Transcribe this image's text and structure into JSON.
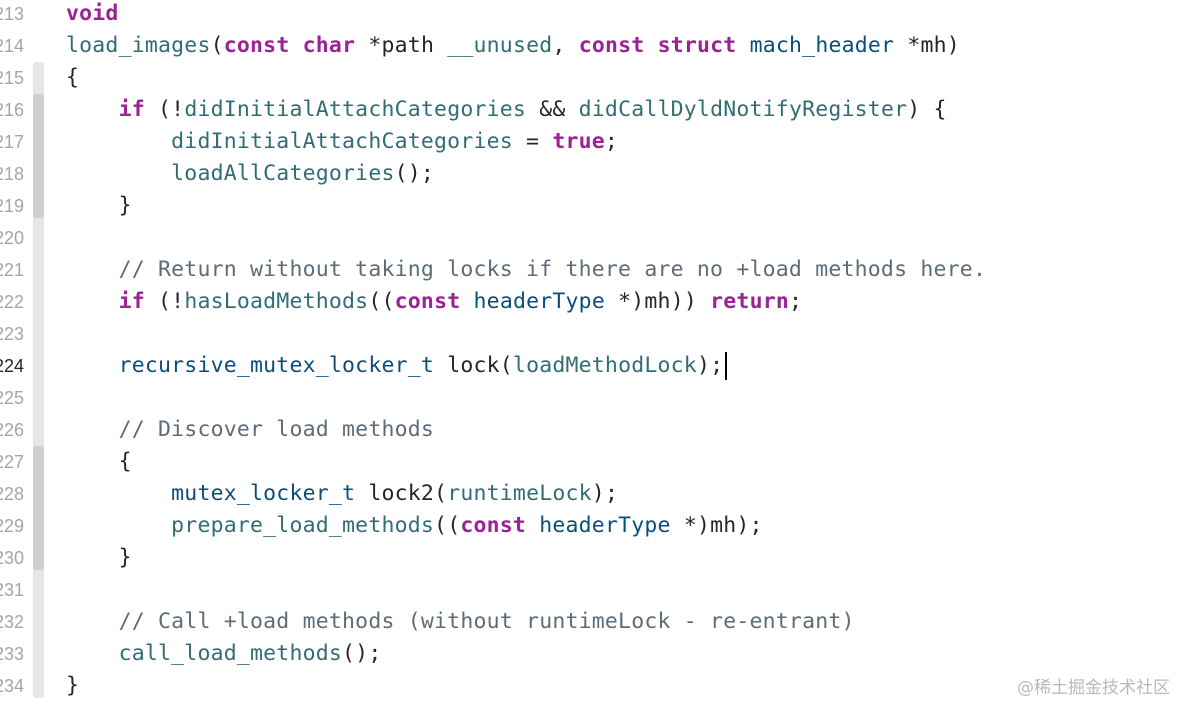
{
  "editor": {
    "current_line": "224",
    "lines": [
      {
        "num": "213",
        "tokens": [
          {
            "t": "kw",
            "v": "void"
          }
        ]
      },
      {
        "num": "214",
        "tokens": [
          {
            "t": "fn",
            "v": "load_images"
          },
          {
            "t": "pl",
            "v": "("
          },
          {
            "t": "kw",
            "v": "const"
          },
          {
            "t": "pl",
            "v": " "
          },
          {
            "t": "kw",
            "v": "char"
          },
          {
            "t": "pl",
            "v": " *path "
          },
          {
            "t": "fn",
            "v": "__unused"
          },
          {
            "t": "pl",
            "v": ", "
          },
          {
            "t": "kw",
            "v": "const"
          },
          {
            "t": "pl",
            "v": " "
          },
          {
            "t": "kw",
            "v": "struct"
          },
          {
            "t": "pl",
            "v": " "
          },
          {
            "t": "ty",
            "v": "mach_header"
          },
          {
            "t": "pl",
            "v": " *mh)"
          }
        ]
      },
      {
        "num": "215",
        "tokens": [
          {
            "t": "pl",
            "v": "{"
          }
        ]
      },
      {
        "num": "216",
        "tokens": [
          {
            "t": "pl",
            "v": "    "
          },
          {
            "t": "kw",
            "v": "if"
          },
          {
            "t": "pl",
            "v": " (!"
          },
          {
            "t": "fn",
            "v": "didInitialAttachCategories"
          },
          {
            "t": "pl",
            "v": " && "
          },
          {
            "t": "fn",
            "v": "didCallDyldNotifyRegister"
          },
          {
            "t": "pl",
            "v": ") {"
          }
        ]
      },
      {
        "num": "217",
        "tokens": [
          {
            "t": "pl",
            "v": "        "
          },
          {
            "t": "fn",
            "v": "didInitialAttachCategories"
          },
          {
            "t": "pl",
            "v": " = "
          },
          {
            "t": "kw",
            "v": "true"
          },
          {
            "t": "pl",
            "v": ";"
          }
        ]
      },
      {
        "num": "218",
        "tokens": [
          {
            "t": "pl",
            "v": "        "
          },
          {
            "t": "fn",
            "v": "loadAllCategories"
          },
          {
            "t": "pl",
            "v": "();"
          }
        ]
      },
      {
        "num": "219",
        "tokens": [
          {
            "t": "pl",
            "v": "    }"
          }
        ]
      },
      {
        "num": "220",
        "tokens": []
      },
      {
        "num": "221",
        "tokens": [
          {
            "t": "pl",
            "v": "    "
          },
          {
            "t": "cm",
            "v": "// Return without taking locks if there are no +load methods here."
          }
        ]
      },
      {
        "num": "222",
        "tokens": [
          {
            "t": "pl",
            "v": "    "
          },
          {
            "t": "kw",
            "v": "if"
          },
          {
            "t": "pl",
            "v": " (!"
          },
          {
            "t": "fn",
            "v": "hasLoadMethods"
          },
          {
            "t": "pl",
            "v": "(("
          },
          {
            "t": "kw",
            "v": "const"
          },
          {
            "t": "pl",
            "v": " "
          },
          {
            "t": "ty",
            "v": "headerType"
          },
          {
            "t": "pl",
            "v": " *)mh)) "
          },
          {
            "t": "kw",
            "v": "return"
          },
          {
            "t": "pl",
            "v": ";"
          }
        ]
      },
      {
        "num": "223",
        "tokens": []
      },
      {
        "num": "224",
        "tokens": [
          {
            "t": "pl",
            "v": "    "
          },
          {
            "t": "ty",
            "v": "recursive_mutex_locker_t"
          },
          {
            "t": "pl",
            "v": " lock("
          },
          {
            "t": "fn",
            "v": "loadMethodLock"
          },
          {
            "t": "pl",
            "v": ");"
          }
        ],
        "cursor": true
      },
      {
        "num": "225",
        "tokens": []
      },
      {
        "num": "226",
        "tokens": [
          {
            "t": "pl",
            "v": "    "
          },
          {
            "t": "cm",
            "v": "// Discover load methods"
          }
        ]
      },
      {
        "num": "227",
        "tokens": [
          {
            "t": "pl",
            "v": "    {"
          }
        ]
      },
      {
        "num": "228",
        "tokens": [
          {
            "t": "pl",
            "v": "        "
          },
          {
            "t": "ty",
            "v": "mutex_locker_t"
          },
          {
            "t": "pl",
            "v": " lock2("
          },
          {
            "t": "fn",
            "v": "runtimeLock"
          },
          {
            "t": "pl",
            "v": ");"
          }
        ]
      },
      {
        "num": "229",
        "tokens": [
          {
            "t": "pl",
            "v": "        "
          },
          {
            "t": "fn",
            "v": "prepare_load_methods"
          },
          {
            "t": "pl",
            "v": "(("
          },
          {
            "t": "kw",
            "v": "const"
          },
          {
            "t": "pl",
            "v": " "
          },
          {
            "t": "ty",
            "v": "headerType"
          },
          {
            "t": "pl",
            "v": " *)mh);"
          }
        ]
      },
      {
        "num": "230",
        "tokens": [
          {
            "t": "pl",
            "v": "    }"
          }
        ]
      },
      {
        "num": "231",
        "tokens": []
      },
      {
        "num": "232",
        "tokens": [
          {
            "t": "pl",
            "v": "    "
          },
          {
            "t": "cm",
            "v": "// Call +load methods (without runtimeLock - re-entrant)"
          }
        ]
      },
      {
        "num": "233",
        "tokens": [
          {
            "t": "pl",
            "v": "    "
          },
          {
            "t": "fn",
            "v": "call_load_methods"
          },
          {
            "t": "pl",
            "v": "();"
          }
        ]
      },
      {
        "num": "234",
        "tokens": [
          {
            "t": "pl",
            "v": "}"
          }
        ]
      }
    ]
  },
  "watermark": "@稀土掘金技术社区",
  "colors": {
    "keyword": "#9b2393",
    "function": "#326d74",
    "type": "#0b4f79",
    "plain": "#262626",
    "comment": "#5d6c79",
    "line_number": "#a6a6a6"
  }
}
